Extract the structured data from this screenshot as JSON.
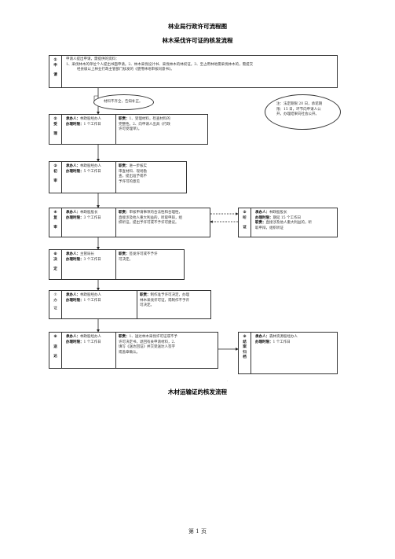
{
  "titles": {
    "main": "林业局行政许可流程图",
    "sub": "林木采伐许可证的核发流程",
    "second_process": "木材运输证的核发流程"
  },
  "step1": {
    "num": "①",
    "name": [
      "申",
      "请"
    ],
    "intro": "申请人提出申请，需提供的资料：",
    "line1": "1、采伐林木的单位个人提出书面申请。2、林木采伐设计书、采伐林木的林权证。3、至占用林地需采伐林木的，需提交",
    "line2": "经县级以上林业行政主管部门核发的《使用林地审核同意书》。"
  },
  "oval_incomplete": "材料不齐全，告知补正。",
  "oval_note": {
    "line1": "注：法定期限 20 日，承诺期",
    "line2": "限：15 日，环节向申请人公",
    "line3": "开，办理结果向社会公开。"
  },
  "step2": {
    "num": "②",
    "name": [
      "受",
      "理"
    ],
    "person_label": "承办人：",
    "person": "林政股经办人",
    "time_label": "办理时限：",
    "time": "1 个工作日",
    "duty_label": "职责：",
    "duty1": "1、受理材料，检查材料的",
    "duty2": "完整性。2、向申请人出具《行政",
    "duty3": "许可受理单》。"
  },
  "step3": {
    "num": "③",
    "name": [
      "初",
      "审"
    ],
    "person_label": "承办人：",
    "person": "林政股经办人",
    "time_label": "办理时限：",
    "time": "5 个工作日",
    "duty_label": "职责：",
    "duty1": "进一步核实",
    "duty2": "审查材料、现场勘",
    "duty3": "查，提出准予或不",
    "duty4": "予许可的意见"
  },
  "step4": {
    "num": "④",
    "name": [
      "复",
      "审"
    ],
    "person_label": "承办人：",
    "person": "林政股股长",
    "time_label": "办理时限：",
    "time": "3 个工作日",
    "duty_label": "职责：",
    "duty1": "审核申请事项的合法性和合理性，",
    "duty2": "直接涉及他人重大利益的，听取申辩，组",
    "duty3": "织听证，提出予许可或不予许可建议。"
  },
  "step5": {
    "num": "⑤",
    "name": [
      "听",
      "证"
    ],
    "person_label": "承办人：",
    "person": "林政股股长",
    "time_label": "办理时限：",
    "time": "期延 15 个工作日",
    "duty_label": "职责：",
    "duty1": "直接涉及他人重大利益的，听",
    "duty2": "取申辩，组织听证"
  },
  "step6": {
    "num": "⑥",
    "name": [
      "决",
      "定"
    ],
    "person_label": "承办人：",
    "person": "主管局长",
    "time_label": "办理时限：",
    "time": "3 个工作日",
    "duty_label": "职责：",
    "duty1": "签发许可或不予许",
    "duty2": "可决定。"
  },
  "step7": {
    "num": "⑦",
    "name": [
      "办",
      "证"
    ],
    "person_label": "承办人：",
    "person": "林政股经办人",
    "time_label": "办理时限：",
    "time": "1 个工作日",
    "duty_label": "职责：",
    "duty1": "制作准予许可决定，办理",
    "duty2": "林木采伐许可证，或制作不予许",
    "duty3": "可决定。"
  },
  "step8": {
    "num": "⑧",
    "name": [
      "送",
      "达"
    ],
    "person_label": "承办人：",
    "person": "林政股经办人",
    "time_label": "办理时限：",
    "time": "1 个工作日",
    "duty_label": "职责：",
    "duty1": "1、送达林木采伐许可证或不予",
    "duty2": "许可决定书，退回有关申请材料，2、",
    "duty3": "填写《送达回证》并交受送达人签字",
    "duty4": "或盖章确认。"
  },
  "step9": {
    "num": "⑨",
    "name": [
      "结",
      "案",
      "归",
      "档"
    ],
    "person_label": "承办人：",
    "person": "森林资源股经办人",
    "time_label": "办理时限：",
    "time": "1 个工作日"
  },
  "footer": "第 1 页"
}
